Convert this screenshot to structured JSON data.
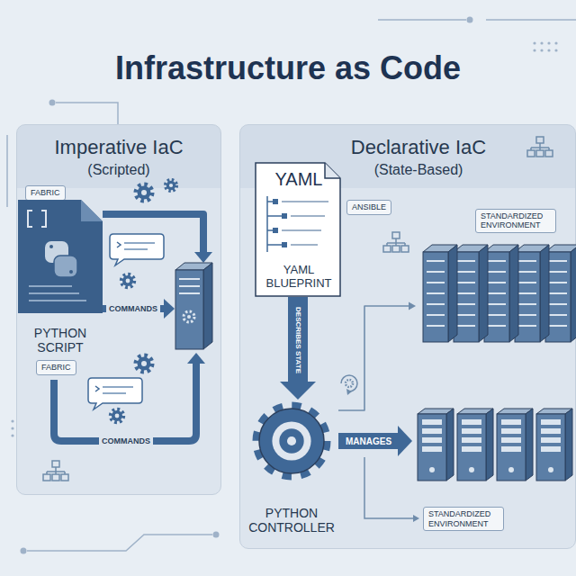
{
  "diagram": {
    "title": "Infrastructure as Code",
    "nodes": [
      {
        "text": [
          "Imperative IaC",
          "(Scripted)"
        ]
      },
      {
        "text": [
          "FABRIC"
        ],
        "in": 0
      },
      {
        "text": [
          "PYTHON SCRIPT"
        ],
        "in": 0
      },
      {
        "text": [
          "FABRIC"
        ],
        "in": 0
      },
      {
        "text": [
          "Declarative IaC",
          "(State-Based)"
        ]
      },
      {
        "text": [
          "YAML",
          "YAML BLUEPRINT"
        ],
        "in": 4
      },
      {
        "text": [
          "ANSIBLE"
        ],
        "in": 4
      },
      {
        "text": [
          "STANDARDIZED ENVIRONMENT"
        ],
        "in": 4
      },
      {
        "text": [
          "PYTHON CONTROLLER"
        ],
        "in": 4
      },
      {
        "text": [
          "STANDARDIZED ENVIRONMENT"
        ],
        "in": 4
      }
    ],
    "edges": [
      {
        "from": 5,
        "to": 8,
        "label": "DESCRIBES STATE",
        "arrow": "to"
      },
      {
        "from": 8,
        "to": 9,
        "label": "MANAGES",
        "arrow": "to"
      },
      {
        "from": 8,
        "to": 7,
        "arrow": "to"
      }
    ],
    "labels": [
      "COMMANDS",
      "COMMANDS"
    ]
  }
}
